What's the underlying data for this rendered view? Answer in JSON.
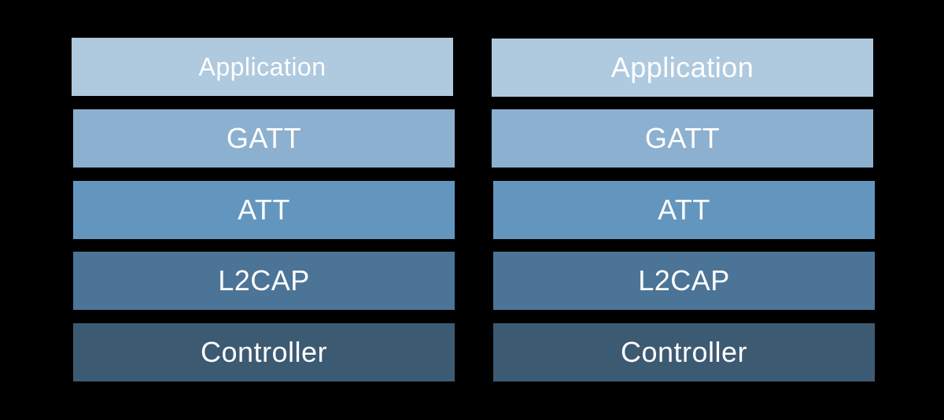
{
  "colors": {
    "background": "#000000",
    "application": "#afc9df",
    "gatt": "#8cb0cf",
    "att": "#6396bf",
    "l2cap": "#4c7496",
    "controller": "#3d5a73",
    "text": "#ffffff"
  },
  "left_stack": {
    "layers": [
      {
        "label": "Application",
        "color_key": "application"
      },
      {
        "label": "GATT",
        "color_key": "gatt"
      },
      {
        "label": "ATT",
        "color_key": "att"
      },
      {
        "label": "L2CAP",
        "color_key": "l2cap"
      },
      {
        "label": "Controller",
        "color_key": "controller"
      }
    ]
  },
  "right_stack": {
    "layers": [
      {
        "label": "Application",
        "color_key": "application"
      },
      {
        "label": "GATT",
        "color_key": "gatt"
      },
      {
        "label": "ATT",
        "color_key": "att"
      },
      {
        "label": "L2CAP",
        "color_key": "l2cap"
      },
      {
        "label": "Controller",
        "color_key": "controller"
      }
    ]
  }
}
